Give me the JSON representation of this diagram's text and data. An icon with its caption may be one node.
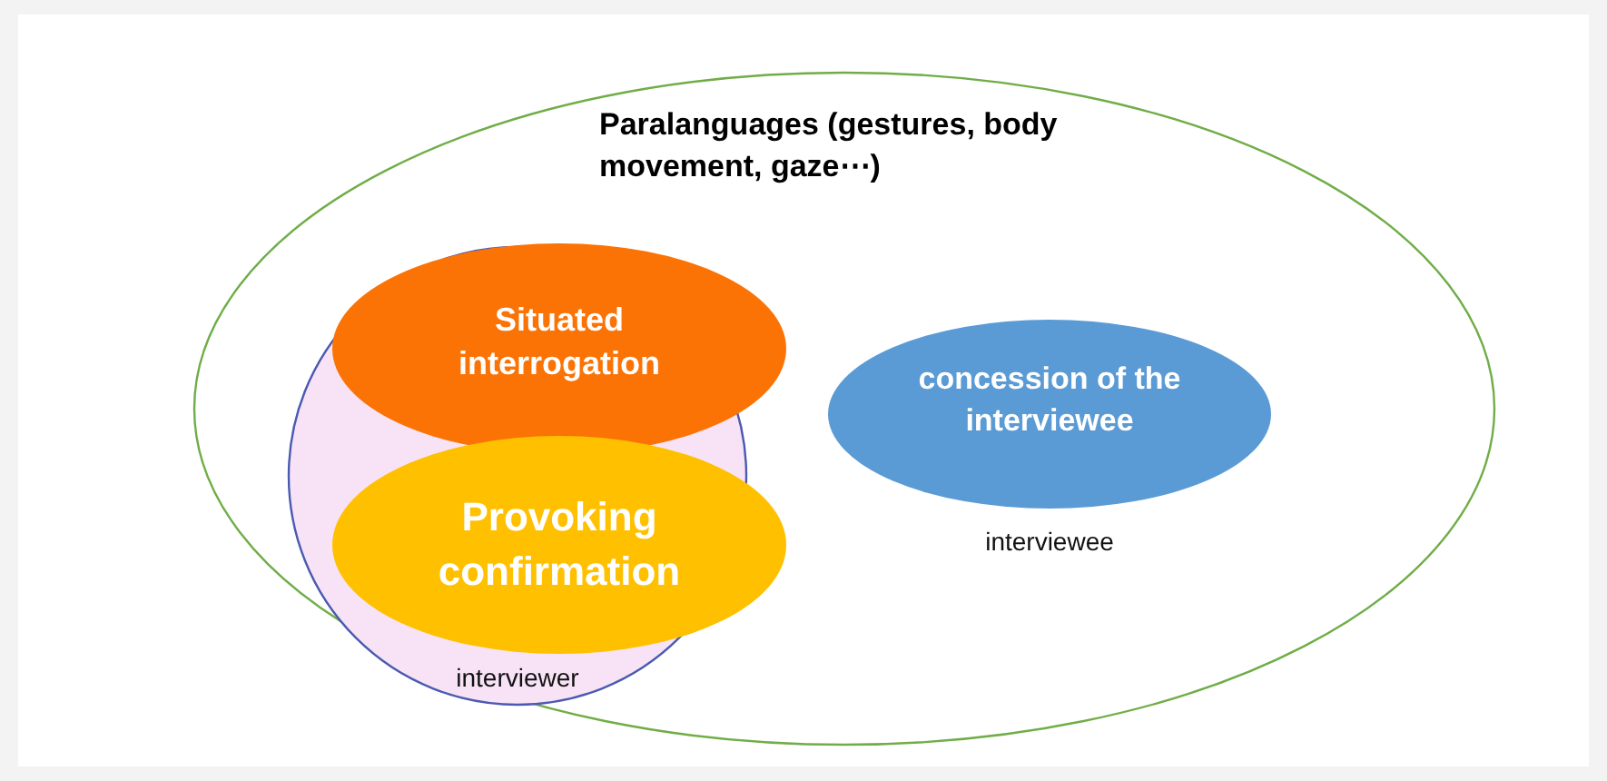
{
  "diagram": {
    "nodes": [
      {
        "text": [
          "Paralanguages (gestures, body movement, gaze⋯)"
        ]
      },
      {
        "text": [
          "interviewer"
        ],
        "in": 0
      },
      {
        "text": [
          "Situated interrogation"
        ],
        "in": 1
      },
      {
        "text": [
          "Provoking confirmation"
        ],
        "in": 1
      },
      {
        "text": [
          "concession of the interviewee"
        ],
        "in": 0,
        "beside": [
          "interviewee"
        ]
      }
    ]
  }
}
